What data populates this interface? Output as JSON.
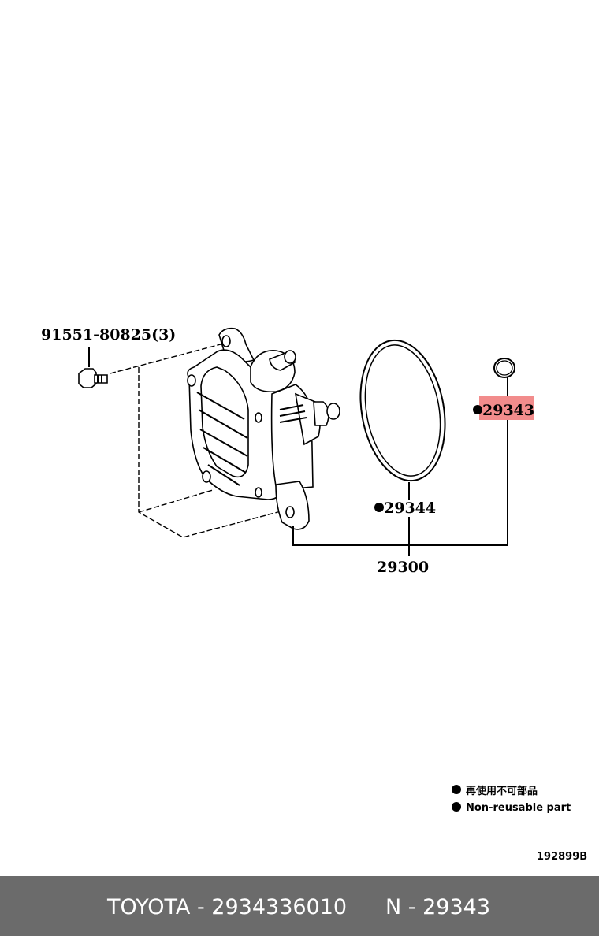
{
  "diagram": {
    "parts": [
      {
        "number": "91551-80825(3)",
        "reusable": true
      },
      {
        "number": "29343",
        "reusable": false,
        "highlighted": true
      },
      {
        "number": "29344",
        "reusable": false
      },
      {
        "number": "29300",
        "reusable": true
      }
    ],
    "legend": {
      "japanese": "再使用不可部品",
      "english": "Non-reusable part",
      "marker_icon": "filled-circle-icon"
    },
    "drawing_code": "192899B",
    "highlight_color": "#f28c8c"
  },
  "footer": {
    "brand_part": "TOYOTA - 2934336010",
    "ref": "N - 29343",
    "background_color": "#6b6b6b"
  }
}
